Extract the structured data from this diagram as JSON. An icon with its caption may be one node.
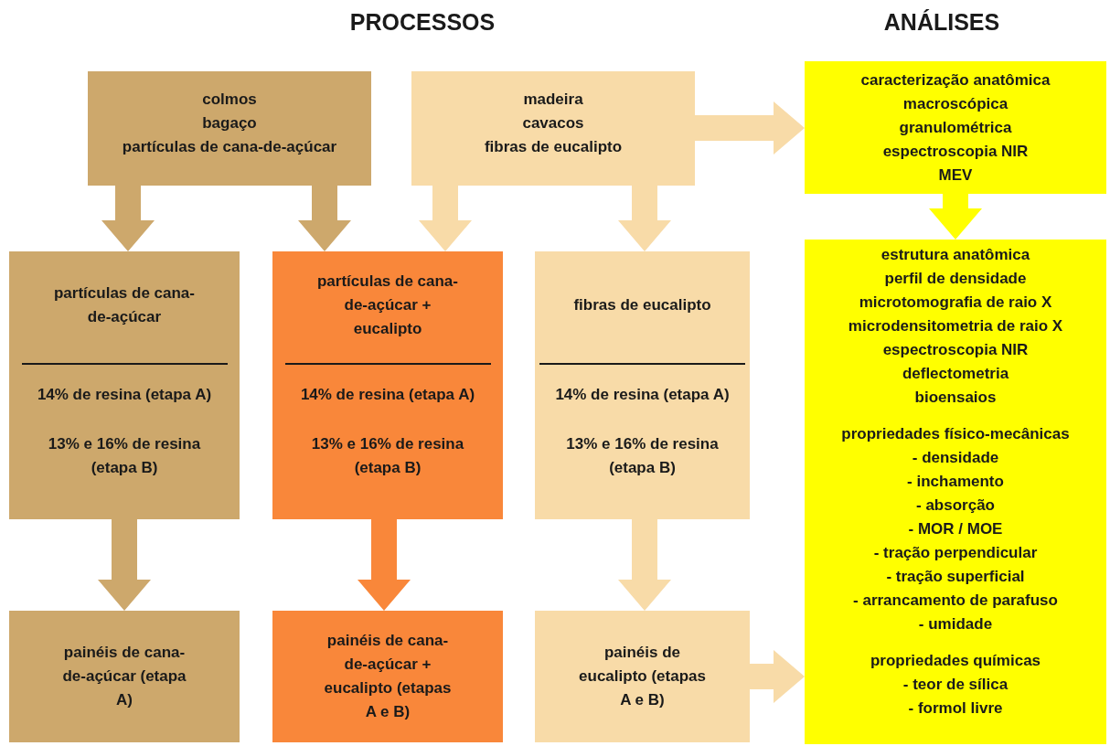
{
  "diagram": {
    "nodes": [
      {
        "text": [
          "colmos",
          "bagaço",
          "partículas de cana-de-açúcar"
        ]
      },
      {
        "text": [
          "madeira",
          "cavacos",
          "fibras de eucalipto"
        ]
      },
      {
        "text": [
          "caracterização anatômica",
          "macroscópica",
          "granulométrica",
          "espectroscopia NIR",
          "MEV"
        ]
      },
      {
        "text": [
          "partículas de cana-de-açúcar",
          "14% de resina (etapa A)",
          "13% e 16% de resina (etapa B)"
        ]
      },
      {
        "text": [
          "partículas de cana-de-açúcar + eucalipto",
          "14% de resina (etapa A)",
          "13% e 16% de resina (etapa B)"
        ]
      },
      {
        "text": [
          "fibras de eucalipto",
          "14% de resina (etapa A)",
          "13% e 16% de resina (etapa B)"
        ]
      },
      {
        "text": [
          "estrutura anatômica",
          "perfil de densidade",
          "microtomografia de raio X",
          "microdensitometria de raio X",
          "espectroscopia NIR",
          "deflectometria",
          "bioensaios",
          "propriedades físico-mecânicas",
          "- densidade",
          "- inchamento",
          "- absorção",
          "- MOR / MOE",
          "- tração perpendicular",
          "- tração superficial",
          "- arrancamento de parafuso",
          "- umidade",
          "propriedades químicas",
          "- teor de sílica",
          "- formol livre"
        ]
      },
      {
        "text": [
          "painéis de cana-de-açúcar (etapa A)"
        ]
      },
      {
        "text": [
          "painéis de cana-de-açúcar + eucalipto (etapas A e B)"
        ]
      },
      {
        "text": [
          "painéis de eucalipto (etapas A e B)"
        ]
      }
    ],
    "edges": [
      {
        "from": 0,
        "to": 3,
        "arrow": "to",
        "style": "thick",
        "color": "#cda86c"
      },
      {
        "from": 0,
        "to": 4,
        "arrow": "to",
        "style": "thick",
        "color": "#cda86c"
      },
      {
        "from": 1,
        "to": 4,
        "arrow": "to",
        "style": "thick"
      },
      {
        "from": 1,
        "to": 5,
        "arrow": "to",
        "style": "thick"
      },
      {
        "from": 1,
        "to": 2,
        "arrow": "to",
        "style": "thick"
      },
      {
        "from": 2,
        "to": 6,
        "arrow": "to",
        "style": "thick",
        "color": "#ffff00"
      },
      {
        "from": 3,
        "to": 7,
        "arrow": "to",
        "style": "thick",
        "color": "#cda86c"
      },
      {
        "from": 4,
        "to": 8,
        "arrow": "to",
        "style": "thick",
        "color": "#f9873a"
      },
      {
        "from": 5,
        "to": 9,
        "arrow": "to",
        "style": "thick"
      },
      {
        "from": 9,
        "to": 6,
        "arrow": "to",
        "style": "thick"
      }
    ],
    "labels": [
      "PROCESSOS",
      "ANÁLISES"
    ]
  }
}
